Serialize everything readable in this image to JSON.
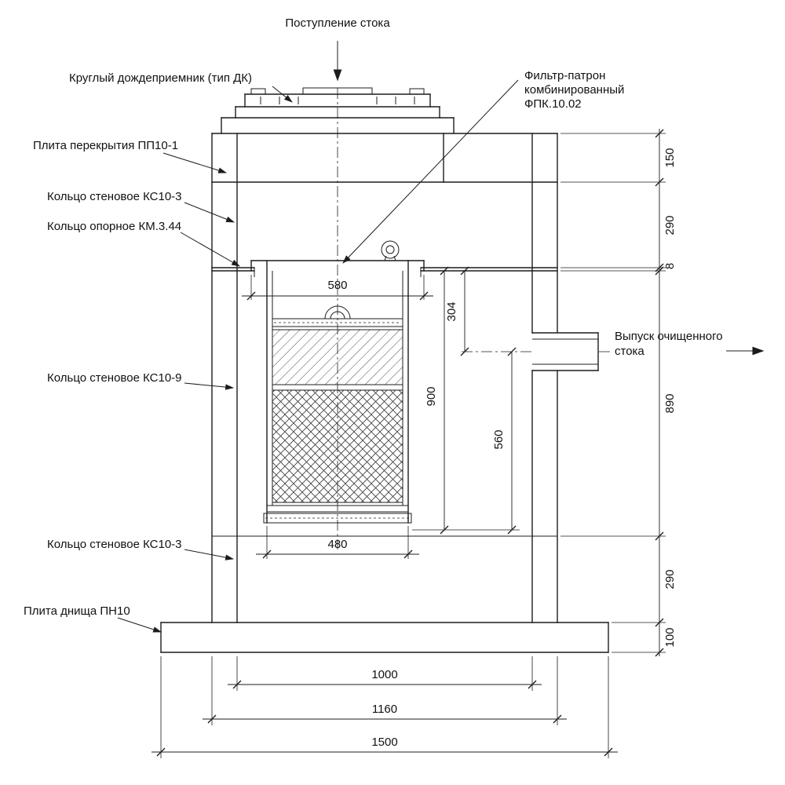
{
  "drawing": {
    "background_color": "#ffffff",
    "line_color": "#1c1c1c",
    "labels": {
      "inflow": "Поступление стока",
      "rain_receiver": "Круглый дождеприемник (тип ДК)",
      "cover_slab": "Плита перекрытия ПП10-1",
      "wall_ring_top": "Кольцо стеновое КС10-3",
      "support_ring": "Кольцо опорное КМ.3.44",
      "filter_line1": "Фильтр-патрон",
      "filter_line2": "комбинированный",
      "filter_line3": "ФПК.10.02",
      "wall_ring_middle": "Кольцо стеновое КС10-9",
      "outlet_line1": "Выпуск очищенного",
      "outlet_line2": "стока",
      "wall_ring_bottom": "Кольцо стеновое КС10-3",
      "bottom_slab": "Плита днища ПН10"
    },
    "dims": {
      "right_chain": [
        "150",
        "290",
        "8",
        "890",
        "290",
        "100"
      ],
      "top_opening": "580",
      "top_to_outlet": "304",
      "filter_height": "900",
      "outlet_to_bottom": "560",
      "filter_width": "480",
      "inner_width": "1000",
      "ring_outer_width": "1160",
      "base_slab_width": "1500"
    }
  }
}
